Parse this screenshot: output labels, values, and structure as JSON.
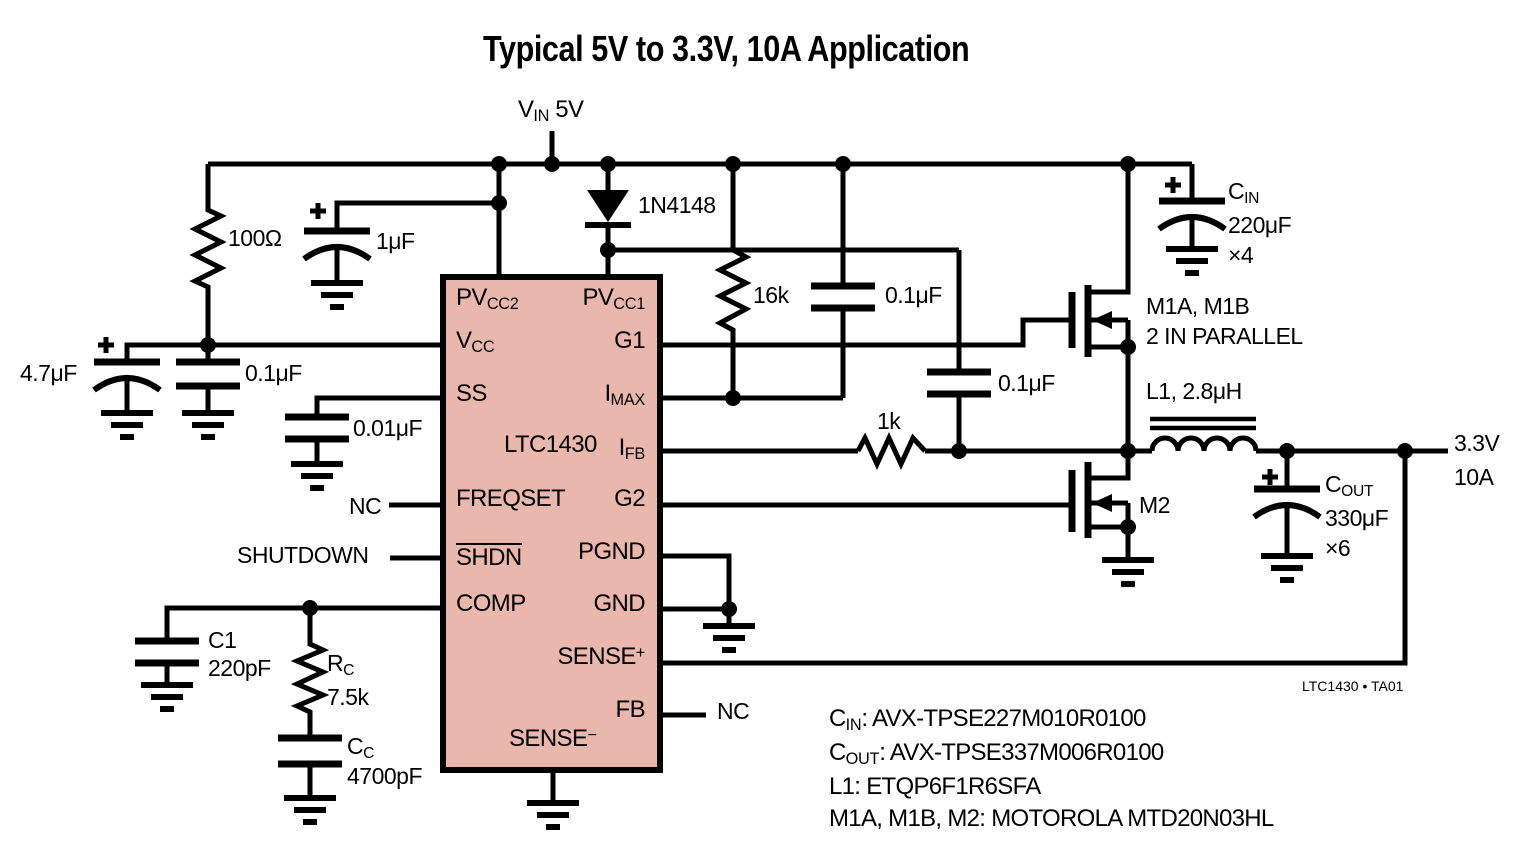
{
  "title": "Typical 5V to 3.3V, 10A Application",
  "supply": {
    "vin_base": "V",
    "vin_sub": "IN",
    "vin_rest": " 5V",
    "output_voltage": "3.3V",
    "output_current": "10A"
  },
  "chip": {
    "part": "LTC1430",
    "pin_pvcc2_base": "PV",
    "pin_pvcc2_sub": "CC2",
    "pin_vcc_base": "V",
    "pin_vcc_sub": "CC",
    "pin_ss": "SS",
    "pin_freqset": "FREQSET",
    "pin_shdn": "SHDN",
    "pin_comp": "COMP",
    "pin_pvcc1_base": "PV",
    "pin_pvcc1_sub": "CC1",
    "pin_g1": "G1",
    "pin_imax_base": "I",
    "pin_imax_sub": "MAX",
    "pin_ifb_base": "I",
    "pin_ifb_sub": "FB",
    "pin_g2": "G2",
    "pin_pgnd": "PGND",
    "pin_gnd": "GND",
    "pin_senseplus_base": "SENSE",
    "pin_senseplus_sup": "+",
    "pin_fb": "FB",
    "pin_senseminus_base": "SENSE",
    "pin_senseminus_sup": "−"
  },
  "components": {
    "r_input": "100Ω",
    "c_1uf": "1μF",
    "c_4p7uf": "4.7μF",
    "c_0p1uf_vcc": "0.1μF",
    "c_ss": "0.01μF",
    "diode": "1N4148",
    "r_imax": "16k",
    "c_imax": "0.1μF",
    "c_boost": "0.1μF",
    "r_ifb": "1k",
    "m1_name": "M1A, M1B",
    "m1_note": "2 IN PARALLEL",
    "m2_name": "M2",
    "cin_base": "C",
    "cin_sub": "IN",
    "cin_value": "220μF",
    "cin_qty": "×4",
    "inductor": "L1, 2.8μH",
    "cout_base": "C",
    "cout_sub": "OUT",
    "cout_value": "330μF",
    "cout_qty": "×6",
    "c1_name": "C1",
    "c1_value": "220pF",
    "rc_base": "R",
    "rc_sub": "C",
    "rc_value": "7.5k",
    "cc_base": "C",
    "cc_sub": "C",
    "cc_value": "4700pF",
    "nc_freqset": "NC",
    "nc_fb": "NC",
    "shutdown": "SHUTDOWN"
  },
  "notes": {
    "cin_base": "C",
    "cin_sub": "IN",
    "cin_rest": ": AVX-TPSE227M010R0100",
    "cout_base": "C",
    "cout_sub": "OUT",
    "cout_rest": ": AVX-TPSE337M006R0100",
    "l1": "L1: ETQP6F1R6SFA",
    "mosfets": "M1A, M1B, M2: MOTOROLA MTD20N03HL"
  },
  "footer": {
    "doc_tag": "LTC1430 • TA01"
  },
  "colors": {
    "chip_fill": "#e9b7ab",
    "line": "#000000",
    "background": "#ffffff"
  }
}
